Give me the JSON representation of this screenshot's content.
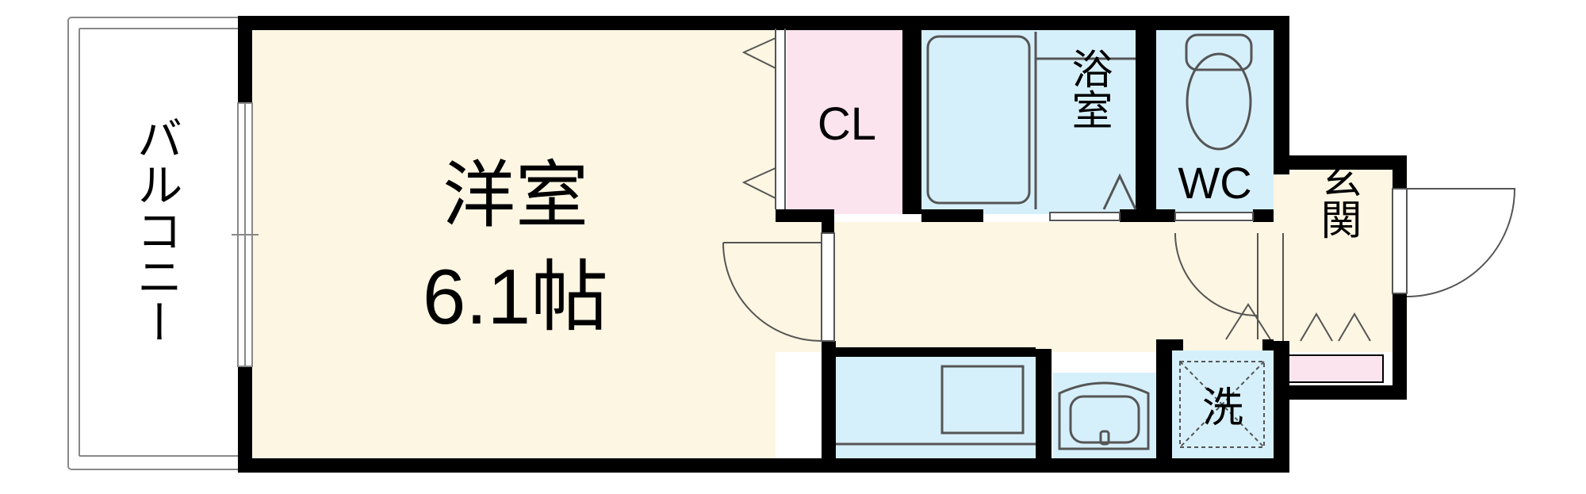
{
  "rooms": {
    "balcony": "バルコニー",
    "western_room_name": "洋室",
    "western_room_size": "6.1帖",
    "closet": "CL",
    "bath": "浴室",
    "toilet": "WC",
    "entrance": "玄関",
    "washer": "洗"
  },
  "colors": {
    "wall": "#000000",
    "western_room": "#fdf6e3",
    "hallway": "#fdf6e3",
    "closet": "#fce4ee",
    "wet_area": "#d6f0fb",
    "shoe_box": "#fce4ee"
  }
}
